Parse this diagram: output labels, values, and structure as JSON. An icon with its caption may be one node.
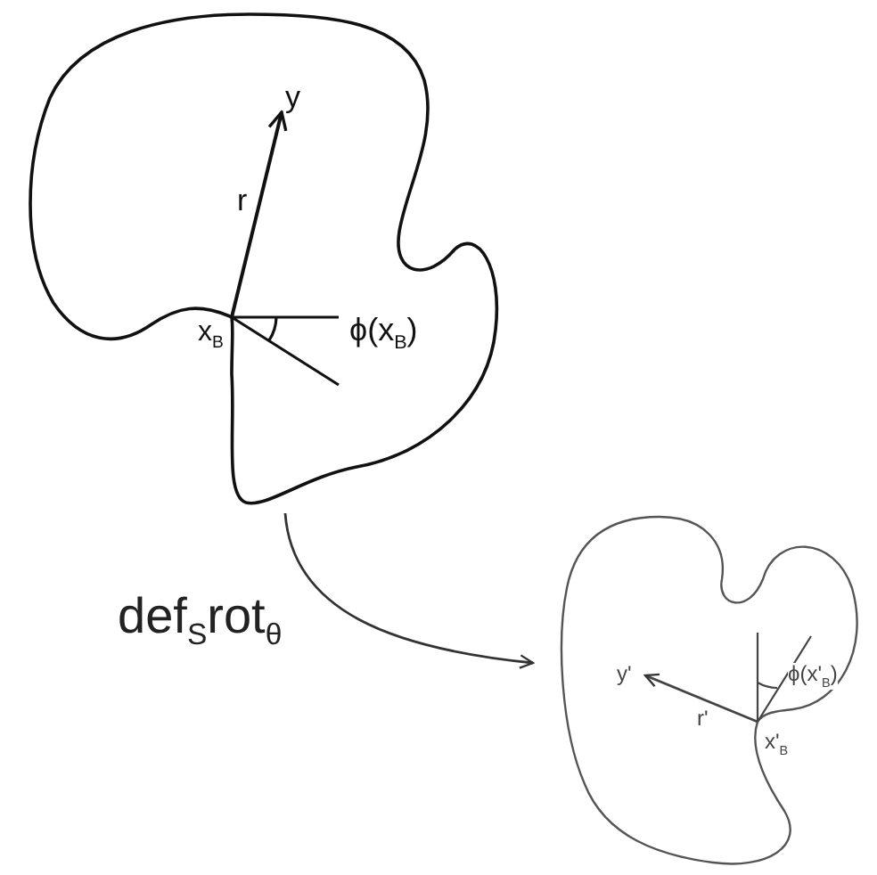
{
  "diagram": {
    "nodes": [
      {
        "text": [],
        "shape": "blob"
      },
      {
        "text": [],
        "shape": "blob"
      }
    ],
    "edges": [
      {
        "from": 0,
        "to": 1,
        "arrow": "to",
        "label": "def$_{S}$rot$_{θ}$"
      }
    ],
    "labels": [
      "y",
      "r",
      "x$_{B}$",
      "ϕ(x$_{B}$)",
      "y'",
      "r'",
      "x'$_{B}$",
      "ϕ(x'$_{B}$)"
    ]
  }
}
